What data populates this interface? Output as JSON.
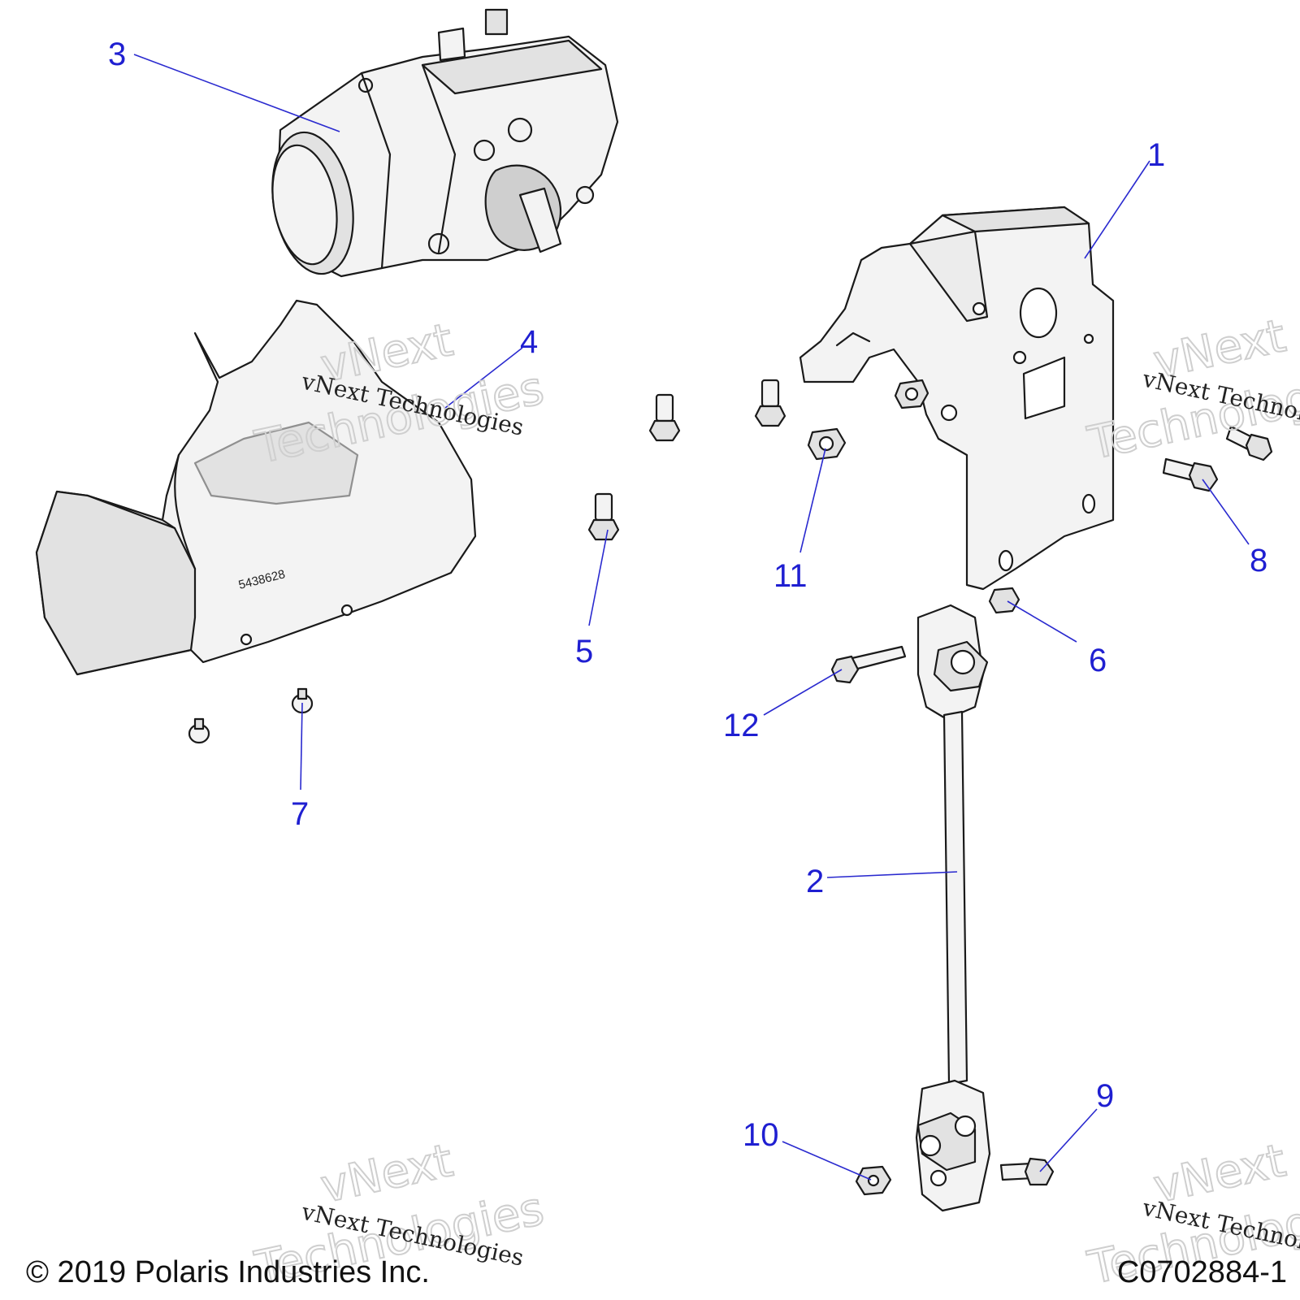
{
  "callouts": {
    "c1": "1",
    "c2": "2",
    "c3": "3",
    "c4": "4",
    "c5": "5",
    "c6": "6",
    "c7": "7",
    "c8": "8",
    "c9": "9",
    "c10": "10",
    "c11": "11",
    "c12": "12"
  },
  "part_marking": "5438628",
  "watermark": {
    "small": "vNext Technologies",
    "big_line1": "vNext",
    "big_line2": "Technologies"
  },
  "footer": {
    "copyright": "© 2019 Polaris Industries Inc.",
    "figure_id": "C0702884-1"
  },
  "colors": {
    "callout": "#1f1fd1",
    "line_art": "#1a1a1a",
    "shading": "#e2e2e2"
  }
}
